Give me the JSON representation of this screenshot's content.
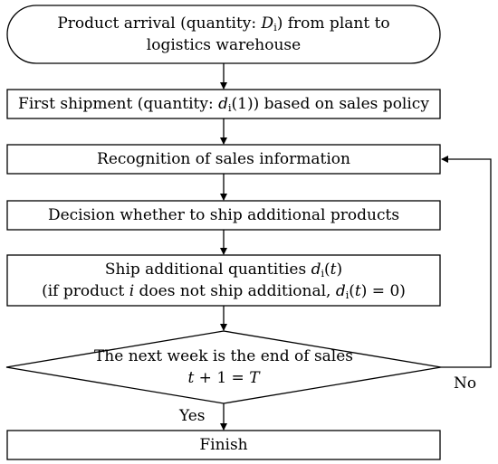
{
  "start": {
    "line1_a": "Product arrival (quantity: ",
    "line1_var": "D",
    "line1_sub": "i",
    "line1_b": ") from plant to",
    "line2": "logistics warehouse"
  },
  "first_shipment": {
    "a": "First shipment (quantity: ",
    "var": "d",
    "sub": "i",
    "b": "(1)) based on sales policy"
  },
  "recognition": {
    "text": "Recognition of sales information"
  },
  "decision": {
    "text": "Decision whether to ship additional products"
  },
  "ship": {
    "l1_a": "Ship additional quantities ",
    "l1_var": "d",
    "l1_sub": "i",
    "l1_t": "t",
    "l2_a": "(if product ",
    "l2_i": "i",
    "l2_b": " does not ship additional, ",
    "l2_var": "d",
    "l2_sub": "i",
    "l2_t": "t",
    "l2_c": " = 0)"
  },
  "diamond": {
    "line1": "The next week is the end of sales",
    "t1": "t",
    "mid": " + 1 = ",
    "T": "T"
  },
  "labels": {
    "yes": "Yes",
    "no": "No"
  },
  "finish": {
    "text": "Finish"
  }
}
